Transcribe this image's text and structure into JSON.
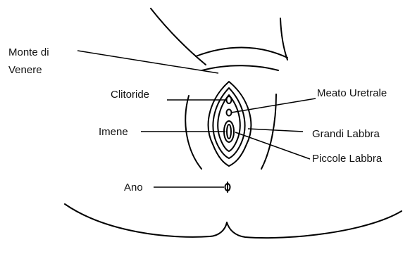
{
  "diagram": {
    "labels": {
      "monte_line1": "Monte di",
      "monte_line2": "Venere",
      "clitoride": "Clitoride",
      "imene": "Imene",
      "ano": "Ano",
      "meato_uretrale": "Meato Uretrale",
      "grandi_labbra": "Grandi Labbra",
      "piccole_labbra": "Piccole Labbra"
    },
    "colors": {
      "line": "#000000",
      "text": "#111111",
      "background": "#ffffff"
    }
  }
}
